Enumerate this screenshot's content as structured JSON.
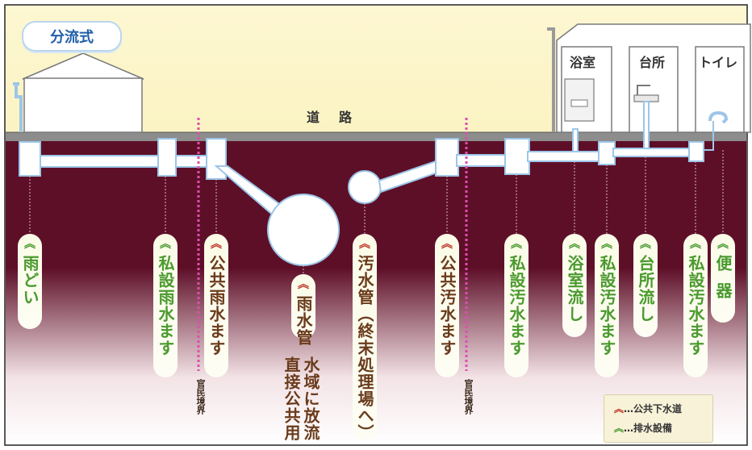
{
  "title": "分流式",
  "road": "道路",
  "rooms": {
    "bath": "浴室",
    "kitchen": "台所",
    "toilet": "トイレ"
  },
  "labels": [
    {
      "text": "雨どい",
      "kind": "drain"
    },
    {
      "text": "私設雨水ます",
      "kind": "drain"
    },
    {
      "text": "公共雨水ます",
      "kind": "public"
    },
    {
      "text": "雨水管",
      "kind": "public",
      "sub": [
        "水域に放流",
        "直接公共用"
      ]
    },
    {
      "text": "汚水管（終末処理場へ）",
      "kind": "public"
    },
    {
      "text": "公共汚水ます",
      "kind": "public"
    },
    {
      "text": "私設汚水ます",
      "kind": "drain"
    },
    {
      "text": "浴室流し",
      "kind": "drain"
    },
    {
      "text": "私設汚水ます",
      "kind": "drain"
    },
    {
      "text": "台所流し",
      "kind": "drain"
    },
    {
      "text": "私設汚水ます",
      "kind": "drain"
    },
    {
      "text": "便器",
      "kind": "drain"
    }
  ],
  "boundary": [
    "官民境界",
    "官民境界"
  ],
  "chevron": "︽",
  "legend": {
    "public": "…公共下水道",
    "drain": "…排水設備"
  },
  "colors": {
    "ground": "#5e0f28",
    "pipe": "#ffffff",
    "pipe_edge": "#9dc6e8",
    "public": "#c0392b",
    "drain": "#4a9a2e",
    "boundary": "#e04db0"
  }
}
